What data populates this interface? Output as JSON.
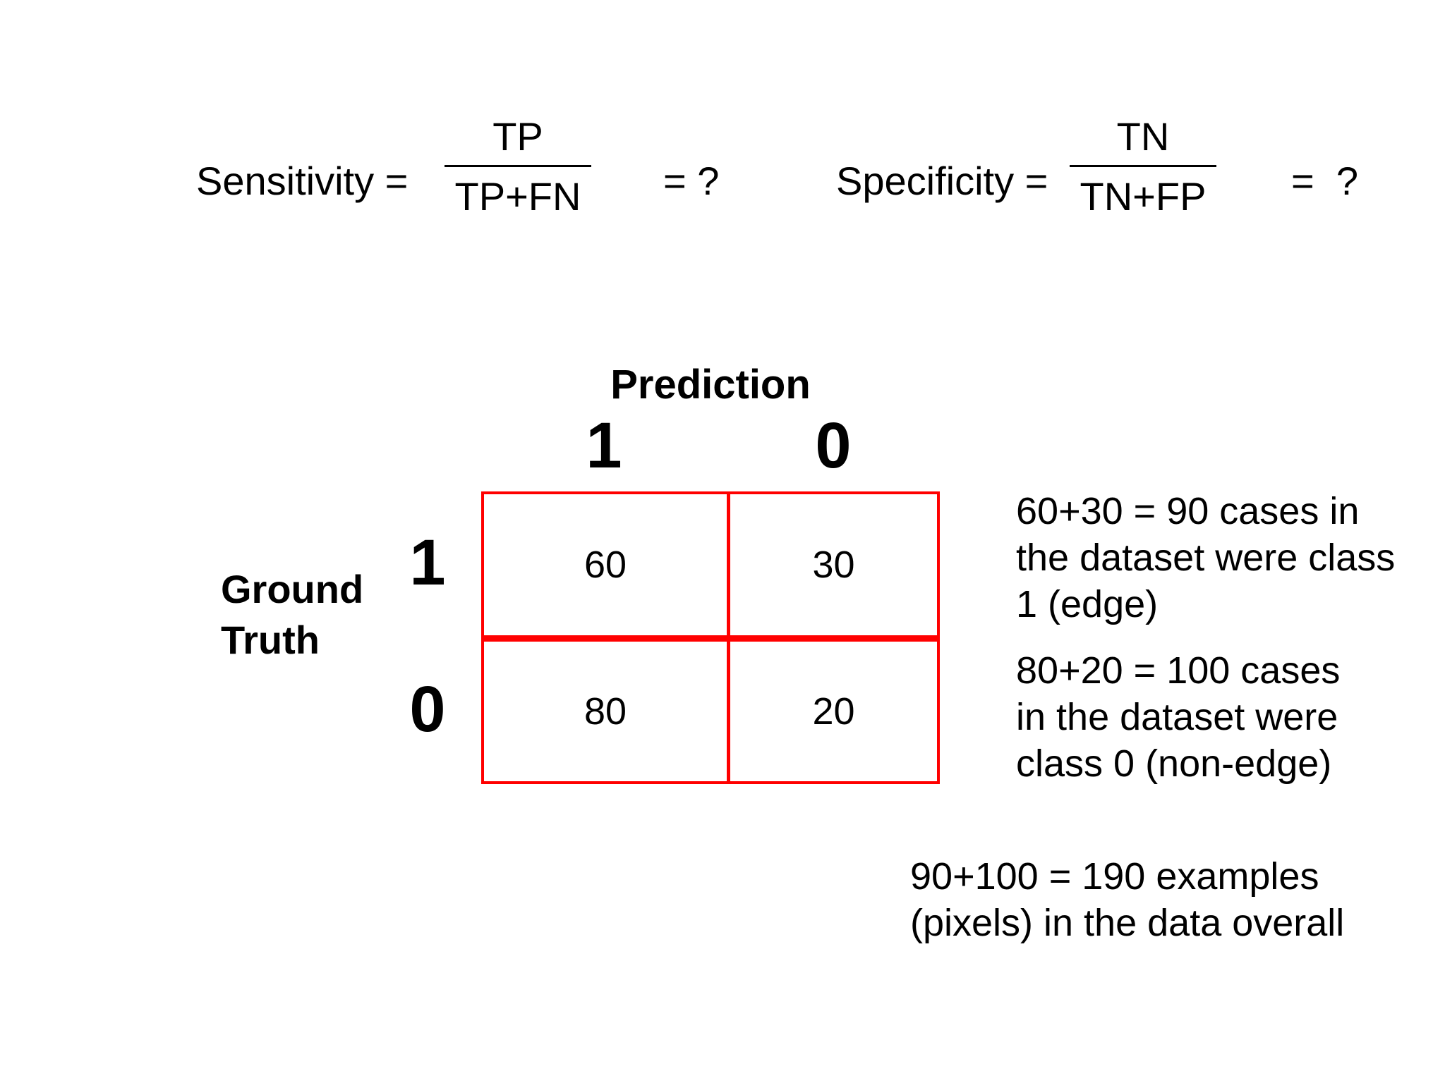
{
  "slide": {
    "background": "#ffffff",
    "text_color": "#000000"
  },
  "formulas": {
    "sensitivity": {
      "label": "Sensitivity =",
      "numerator": "TP",
      "denominator": "TP+FN",
      "result": "= ?"
    },
    "specificity": {
      "label": "Specificity =",
      "numerator": "TN",
      "denominator": "TN+FP",
      "result": "=  ?"
    }
  },
  "matrix": {
    "axis_title": "Prediction",
    "col_headers": [
      "1",
      "0"
    ],
    "row_axis_label_lines": [
      "Ground",
      "Truth"
    ],
    "row_headers": [
      "1",
      "0"
    ],
    "cells": [
      [
        "60",
        "30"
      ],
      [
        "80",
        "20"
      ]
    ],
    "border_color": "#FF0000"
  },
  "annotations": {
    "class1": {
      "lines": [
        "60+30 = 90 cases in",
        "the dataset were class",
        "1 (edge)"
      ]
    },
    "class0": {
      "lines": [
        "80+20 = 100 cases",
        "in the dataset were",
        "class 0 (non-edge)"
      ]
    },
    "total": {
      "lines": [
        "90+100 = 190 examples",
        "(pixels) in the data overall"
      ]
    }
  },
  "chart_data": {
    "type": "table",
    "title": "Prediction",
    "row_axis": "Ground Truth",
    "categories_cols": [
      "1",
      "0"
    ],
    "categories_rows": [
      "1",
      "0"
    ],
    "values": [
      [
        60,
        30
      ],
      [
        80,
        20
      ]
    ],
    "totals": {
      "class1_cases": 90,
      "class0_cases": 100,
      "overall_examples": 190
    }
  }
}
